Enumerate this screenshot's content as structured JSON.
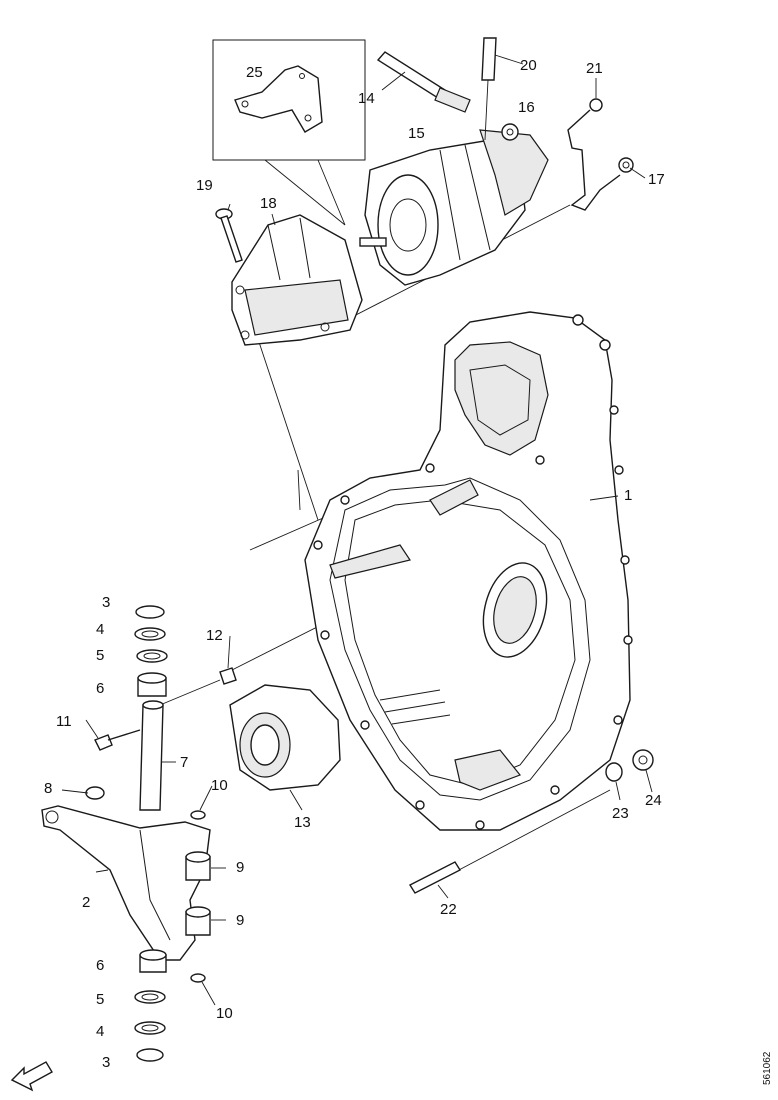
{
  "diagram": {
    "drawing_code": "561062",
    "callouts": {
      "c1": "1",
      "c2": "2",
      "c3a": "3",
      "c3b": "3",
      "c4a": "4",
      "c4b": "4",
      "c5a": "5",
      "c5b": "5",
      "c6a": "6",
      "c6b": "6",
      "c7": "7",
      "c8": "8",
      "c9a": "9",
      "c9b": "9",
      "c10a": "10",
      "c10b": "10",
      "c11": "11",
      "c12": "12",
      "c13": "13",
      "c14": "14",
      "c15": "15",
      "c16": "16",
      "c17": "17",
      "c18": "18",
      "c19": "19",
      "c20": "20",
      "c21": "21",
      "c22": "22",
      "c23": "23",
      "c24": "24",
      "c25": "25"
    }
  }
}
